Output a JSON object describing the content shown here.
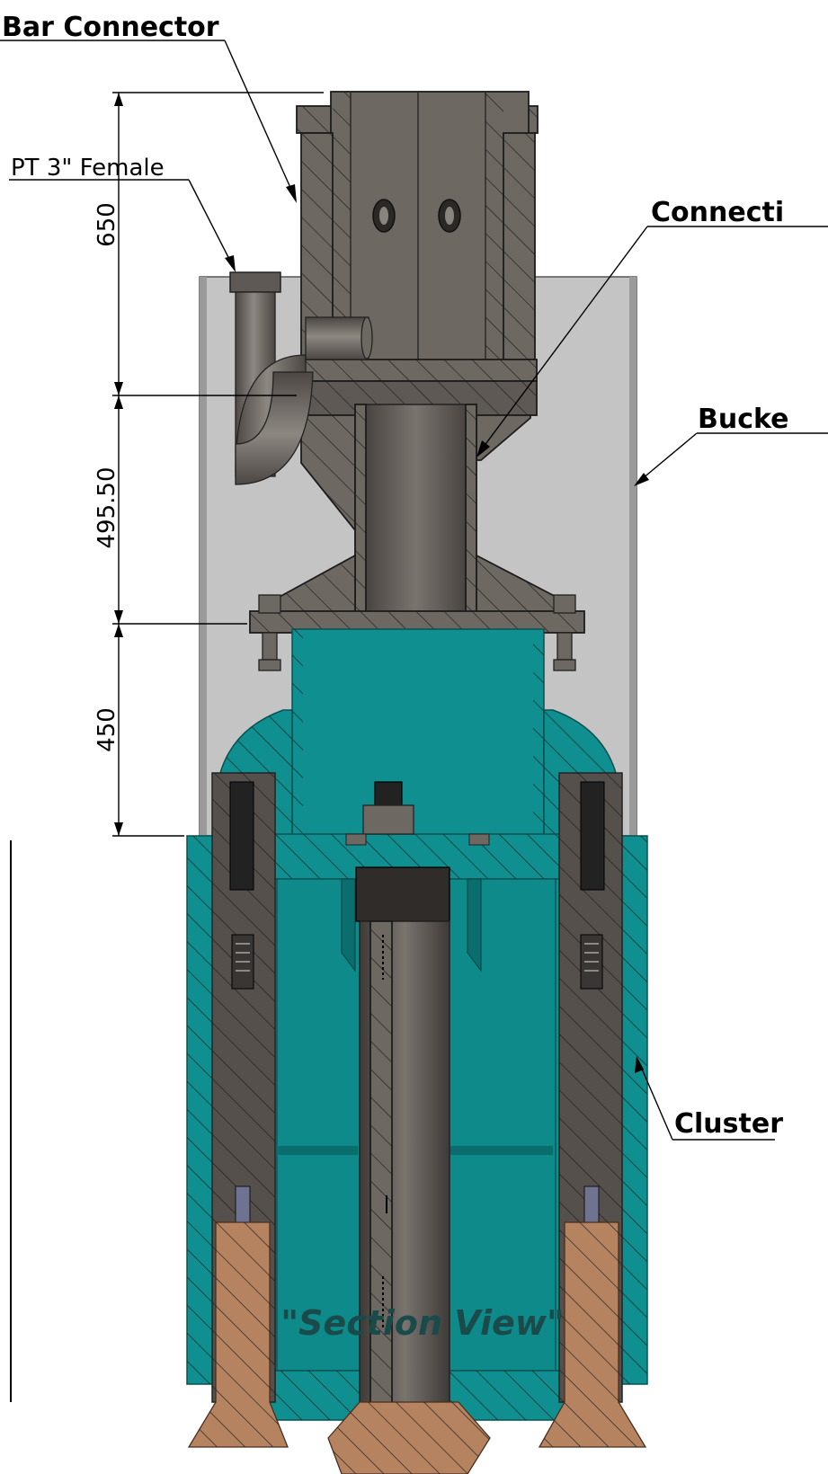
{
  "callouts": {
    "bar_connector": "Bar Connector",
    "pt_female": "PT 3\" Female",
    "connection": "Connecti",
    "bucket": "Bucke",
    "cluster": "Cluster"
  },
  "dimensions": {
    "top": "650",
    "middle": "495.50",
    "bottom": "450"
  },
  "view_title": "\"Section View\"",
  "colors": {
    "steel": "#6e6862",
    "steel_dark": "#4a4542",
    "bucket_shell": "#c4c4c4",
    "teal": "#0f8f8f",
    "teal_dark": "#0a6e6e",
    "bronze": "#b58360",
    "hatch": "#1c1c1c"
  }
}
